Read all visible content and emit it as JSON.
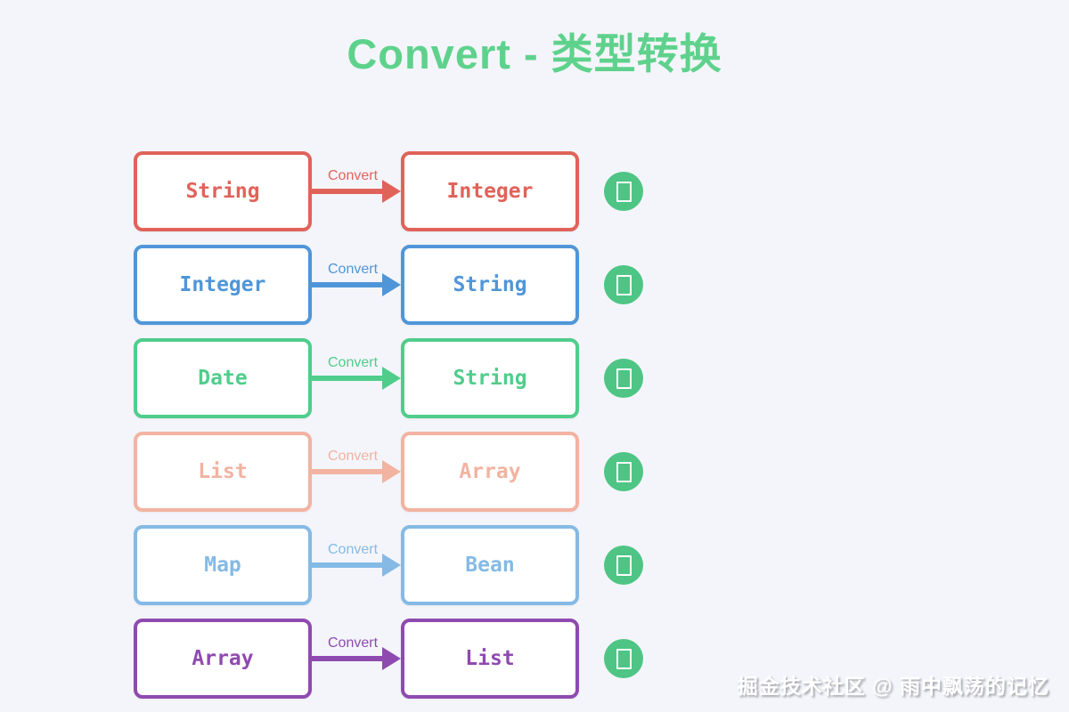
{
  "page": {
    "title": "Convert - 类型转换",
    "title_color": "#5ed28c",
    "background_color": "#f4f5fa",
    "watermark": "掘金技术社区 @ 雨中飘荡的记忆"
  },
  "diagram": {
    "arrow_label": "Convert",
    "status_icon": "green-circle-with-missing-glyph",
    "status_color": "#4ec584",
    "rows": [
      {
        "from": "String",
        "to": "Integer",
        "color": "#e0635a"
      },
      {
        "from": "Integer",
        "to": "String",
        "color": "#4f96d9"
      },
      {
        "from": "Date",
        "to": "String",
        "color": "#50cd8b"
      },
      {
        "from": "List",
        "to": "Array",
        "color": "#f2b3a1"
      },
      {
        "from": "Map",
        "to": "Bean",
        "color": "#84bae5"
      },
      {
        "from": "Array",
        "to": "List",
        "color": "#8f4ab0"
      }
    ]
  }
}
